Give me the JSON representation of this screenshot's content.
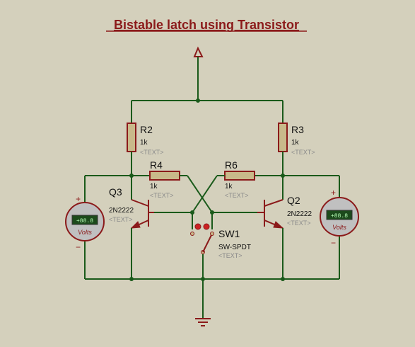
{
  "title": "Bistable latch using Transistor",
  "components": {
    "r2": {
      "ref": "R2",
      "value": "1k",
      "text": "<TEXT>"
    },
    "r3": {
      "ref": "R3",
      "value": "1k",
      "text": "<TEXT>"
    },
    "r4": {
      "ref": "R4",
      "value": "1k",
      "text": "<TEXT>"
    },
    "r6": {
      "ref": "R6",
      "value": "1k",
      "text": "<TEXT>"
    },
    "q3": {
      "ref": "Q3",
      "value": "2N2222",
      "text": "<TEXT>"
    },
    "q2": {
      "ref": "Q2",
      "value": "2N2222",
      "text": "<TEXT>"
    },
    "sw1": {
      "ref": "SW1",
      "value": "SW-SPDT",
      "text": "<TEXT>"
    }
  },
  "meters": {
    "left": {
      "display": "+88.8",
      "unit": "Volts",
      "plus": "+",
      "minus": "−"
    },
    "right": {
      "display": "+88.8",
      "unit": "Volts",
      "plus": "+",
      "minus": "−"
    }
  },
  "colors": {
    "wire": "#1a5a1a",
    "component": "#8b1a1a",
    "background": "#d4d0bc"
  }
}
